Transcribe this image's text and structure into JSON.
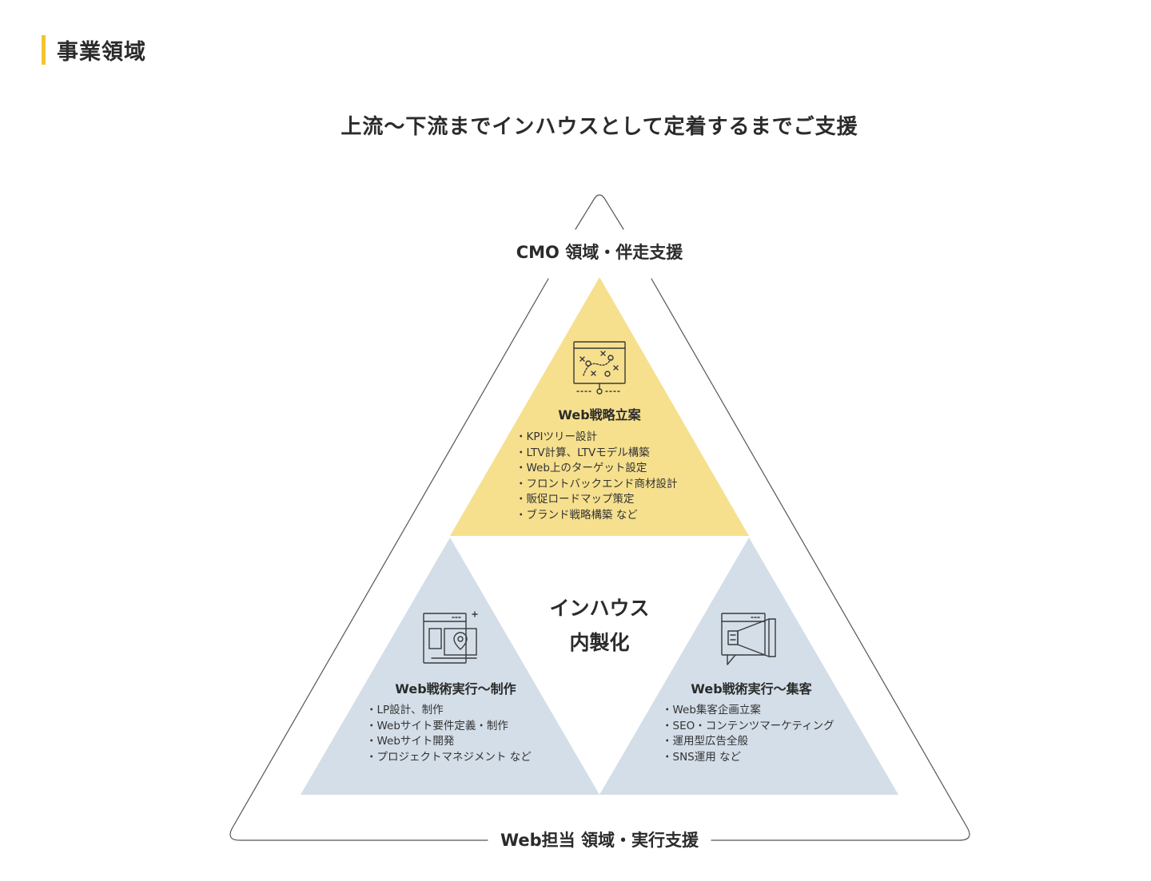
{
  "section": {
    "title": "事業領域"
  },
  "headline": "上流〜下流までインハウスとして定着するまでご支援",
  "diagram": {
    "top_label": "CMO 領域・伴走支援",
    "bottom_label": "Web担当 領域・実行支援",
    "center_label_line1": "インハウス",
    "center_label_line2": "内製化",
    "colors": {
      "strategy": "#f6e08e",
      "execution": "#d4dee8",
      "outline": "#555555",
      "icon": "#3a3a3a",
      "accent": "#f4c430"
    },
    "cards": [
      {
        "title": "Web戦略立案",
        "icon": "strategy-board-icon",
        "items": [
          "KPIツリー設計",
          "LTV計算、LTVモデル構築",
          "Web上のターゲット設定",
          "フロントバックエンド商材設計",
          "販促ロードマップ策定",
          "ブランド戦略構築 など"
        ]
      },
      {
        "title": "Web戦術実行〜制作",
        "icon": "web-design-location-icon",
        "items": [
          "LP設計、制作",
          "Webサイト要件定義・制作",
          "Webサイト開発",
          "プロジェクトマネジメント など"
        ]
      },
      {
        "title": "Web戦術実行〜集客",
        "icon": "web-megaphone-icon",
        "items": [
          "Web集客企画立案",
          "SEO・コンテンツマーケティング",
          "運用型広告全般",
          "SNS運用 など"
        ]
      }
    ]
  }
}
